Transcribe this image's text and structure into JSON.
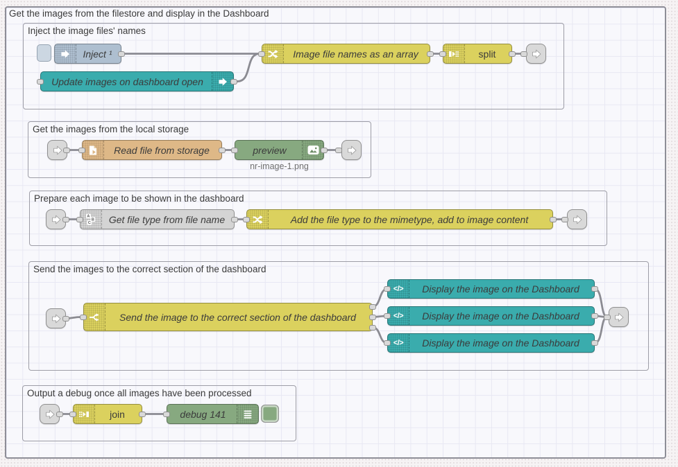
{
  "outer_group": {
    "label": "Get the images from the filestore and display in the Dashboard"
  },
  "groups": {
    "inject": {
      "label": "Inject the image files' names"
    },
    "storage": {
      "label": "Get the images from the local storage"
    },
    "prepare": {
      "label": "Prepare each image to be shown in the dashboard"
    },
    "send": {
      "label": "Send the images to the correct section of the dashboard"
    },
    "output": {
      "label": "Output a debug once all images have been processed"
    }
  },
  "nodes": {
    "inject": {
      "label": "Inject ¹"
    },
    "update": {
      "label": "Update images on dashboard open"
    },
    "filenames_fn": {
      "label": "Image file names as an array"
    },
    "split": {
      "label": "split"
    },
    "read_file": {
      "label": "Read file from storage"
    },
    "preview": {
      "label": "preview",
      "status": "nr-image-1.png"
    },
    "get_file_type": {
      "label": "Get file type from file name"
    },
    "mimetype_fn": {
      "label": "Add the file type to the mimetype, add to image content"
    },
    "switch": {
      "label": "Send the image to the correct section of the dashboard"
    },
    "display1": {
      "label": "Display the image on the Dashboard"
    },
    "display2": {
      "label": "Display the image on the Dashboard"
    },
    "display3": {
      "label": "Display the image on the Dashboard"
    },
    "join": {
      "label": "join"
    },
    "debug": {
      "label": "debug 141"
    }
  },
  "icons": {
    "code_glyph": "</>"
  },
  "colors": {
    "inject_node": "#aebfd0",
    "teal_node": "#3aacad",
    "yellow_node": "#dbd15e",
    "file_node": "#deb887",
    "green_node": "#87a980",
    "gray_node": "#d4d4d4",
    "link_node": "#d9d9d9",
    "debug_button": "#87a980",
    "wire": "#8b8b92"
  }
}
